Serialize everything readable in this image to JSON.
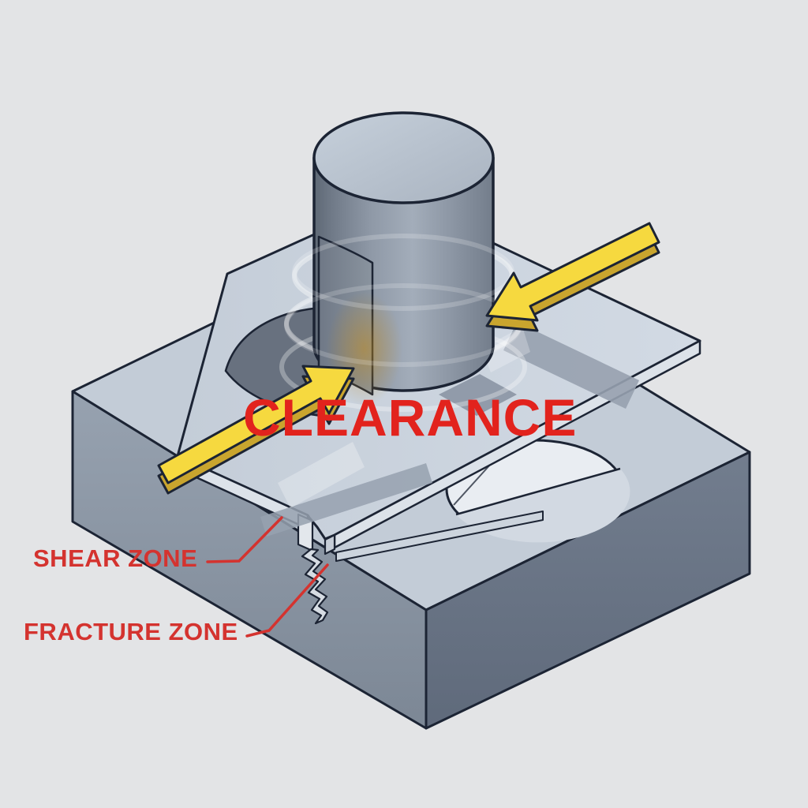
{
  "diagram": {
    "labels": {
      "clearance": "CLEARANCE",
      "shear_zone": "SHEAR ZONE",
      "fracture_zone": "FRACTURE ZONE"
    },
    "icons": {
      "left_force_arrow": "yellow-3d-arrow-up-right",
      "right_force_arrow": "yellow-3d-arrow-down-left",
      "punch": "cylinder-punch",
      "crack": "jagged-fracture-crack"
    },
    "colors": {
      "background": "#e3e4e6",
      "outline": "#1c2434",
      "die_top": "#c3ccd7",
      "die_left_face": "#8b96a5",
      "die_right_face": "#6b7687",
      "sheet_top": "#cbd4de",
      "sheet_edge_band": "#dce2e9",
      "punch_body": "#8f99a7",
      "punch_top": "#b9c3cf",
      "hole_shadow": "#68717f",
      "die_hole_fill": "#e9edf2",
      "arrow_yellow": "#f6d93f",
      "arrow_yellow_side": "#c9a52e",
      "clearance_red": "#e2231d",
      "zone_label_red": "#d4332f",
      "leader_line_red": "#d4332f"
    }
  }
}
